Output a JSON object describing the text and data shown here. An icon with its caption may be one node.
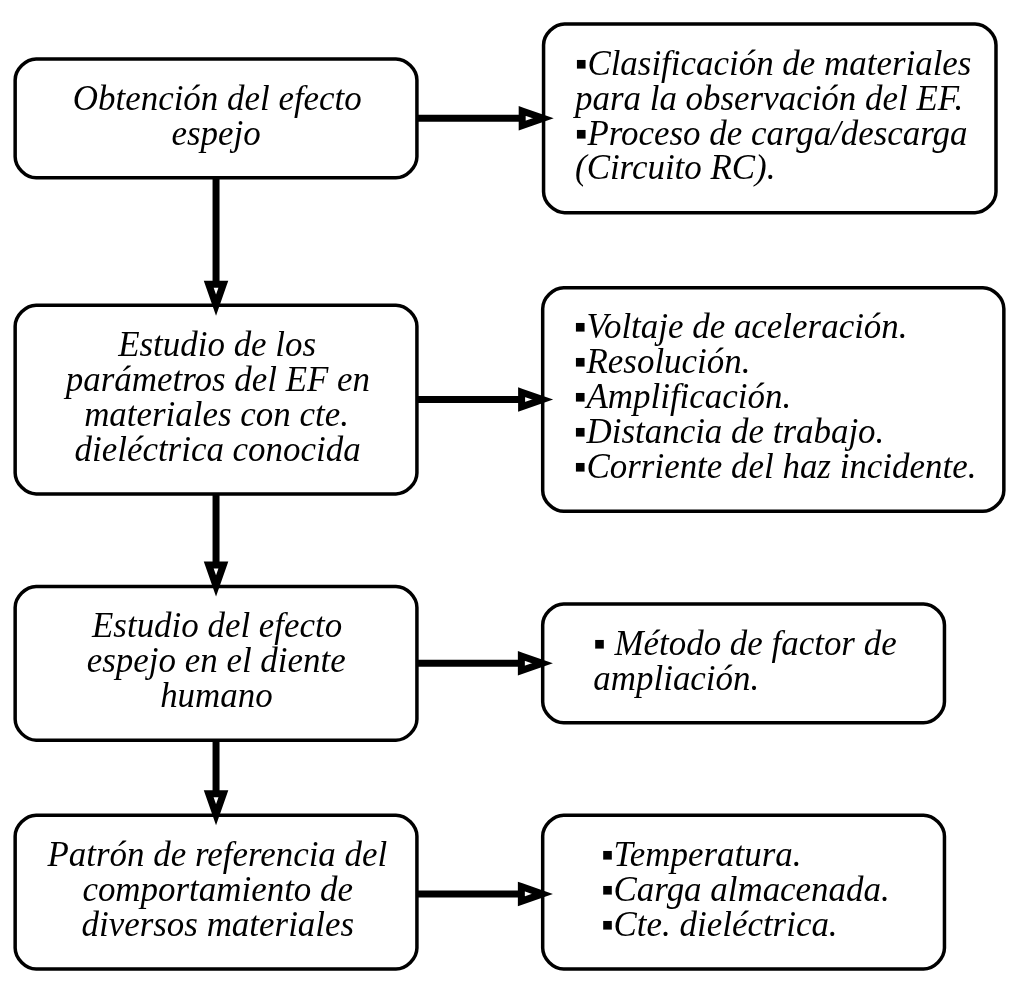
{
  "diagram": {
    "nodes": [
      {
        "text": [
          "Obtención del efecto espejo"
        ]
      },
      {
        "text": [
          "▪Clasificación de materiales para la observación del EF.",
          "▪Proceso de carga/descarga (Circuito RC)."
        ]
      },
      {
        "text": [
          "Estudio de los parámetros del EF en materiales con cte. dieléctrica conocida"
        ]
      },
      {
        "text": [
          "▪Voltaje de aceleración.",
          "▪Resolución.",
          "▪Amplificación.",
          "▪Distancia de trabajo.",
          "▪Corriente del haz incidente."
        ]
      },
      {
        "text": [
          "Estudio del efecto espejo en el diente humano"
        ]
      },
      {
        "text": [
          "▪ Método de factor de ampliación."
        ]
      },
      {
        "text": [
          "Patrón de referencia del comportamiento de diversos materiales"
        ]
      },
      {
        "text": [
          "▪Temperatura.",
          "▪Carga almacenada.",
          "▪Cte. dieléctrica."
        ]
      }
    ],
    "edges": [
      {
        "from": 0,
        "to": 1,
        "arrow": "to"
      },
      {
        "from": 0,
        "to": 2,
        "arrow": "to"
      },
      {
        "from": 2,
        "to": 3,
        "arrow": "to"
      },
      {
        "from": 2,
        "to": 4,
        "arrow": "to"
      },
      {
        "from": 4,
        "to": 5,
        "arrow": "to"
      },
      {
        "from": 4,
        "to": 6,
        "arrow": "to"
      },
      {
        "from": 6,
        "to": 7,
        "arrow": "to"
      }
    ]
  }
}
